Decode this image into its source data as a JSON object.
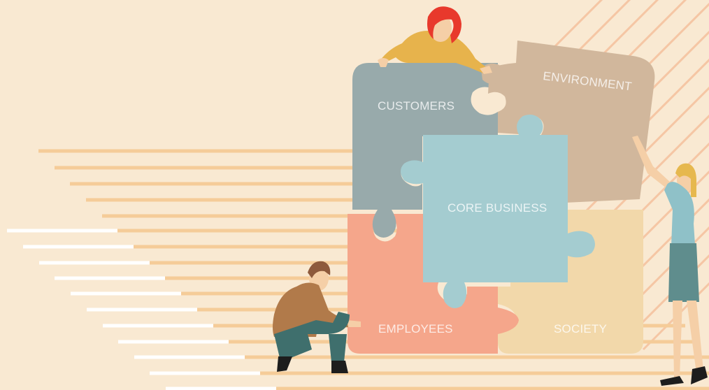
{
  "pieces": {
    "customers": {
      "label": "CUSTOMERS",
      "color": "#98aaab"
    },
    "environment": {
      "label": "ENVIRONMENT",
      "color": "#d1b79c"
    },
    "core": {
      "label": "CORE BUSINESS",
      "color": "#a4ccd0"
    },
    "employees": {
      "label": "EMPLOYEES",
      "color": "#f5a68b"
    },
    "society": {
      "label": "SOCIETY",
      "color": "#f2d8aa"
    }
  },
  "colors": {
    "background": "#f9e9d2",
    "stripes": "#f5c6a4",
    "orange_lines": "#f5cc98",
    "white_lines": "#ffffff"
  }
}
